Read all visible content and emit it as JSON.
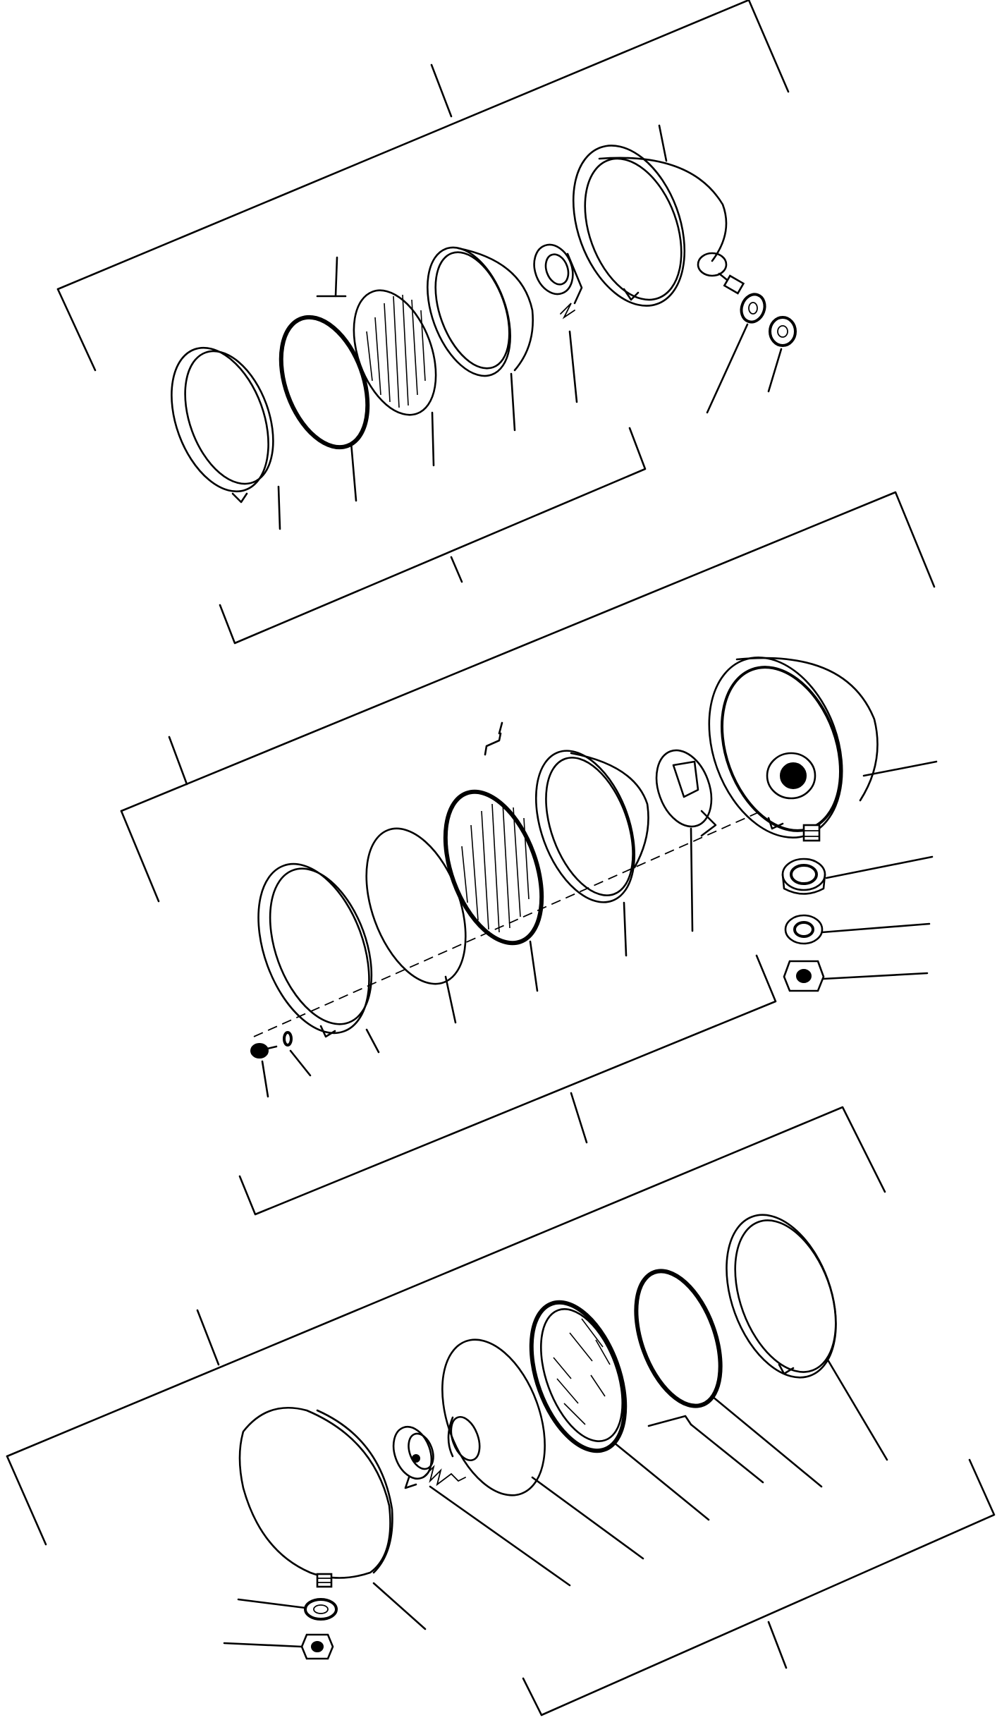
{
  "diagram": {
    "assemblies": [
      {
        "parts": [
          "retaining-rim",
          "gasket-ring",
          "lens",
          "reflector",
          "bulb-socket",
          "housing",
          "washer",
          "nut"
        ]
      },
      {
        "parts": [
          "retaining-rim",
          "gasket-ring",
          "lens",
          "reflector",
          "bulb-socket",
          "housing",
          "grommet",
          "washer",
          "nut",
          "screw",
          "lock-washer"
        ]
      },
      {
        "parts": [
          "housing",
          "bulb-socket",
          "reflector",
          "lens",
          "gasket-ring",
          "retaining-rim",
          "washer",
          "nut"
        ]
      }
    ],
    "colors": {
      "line": "#000000",
      "background": "#ffffff"
    }
  }
}
